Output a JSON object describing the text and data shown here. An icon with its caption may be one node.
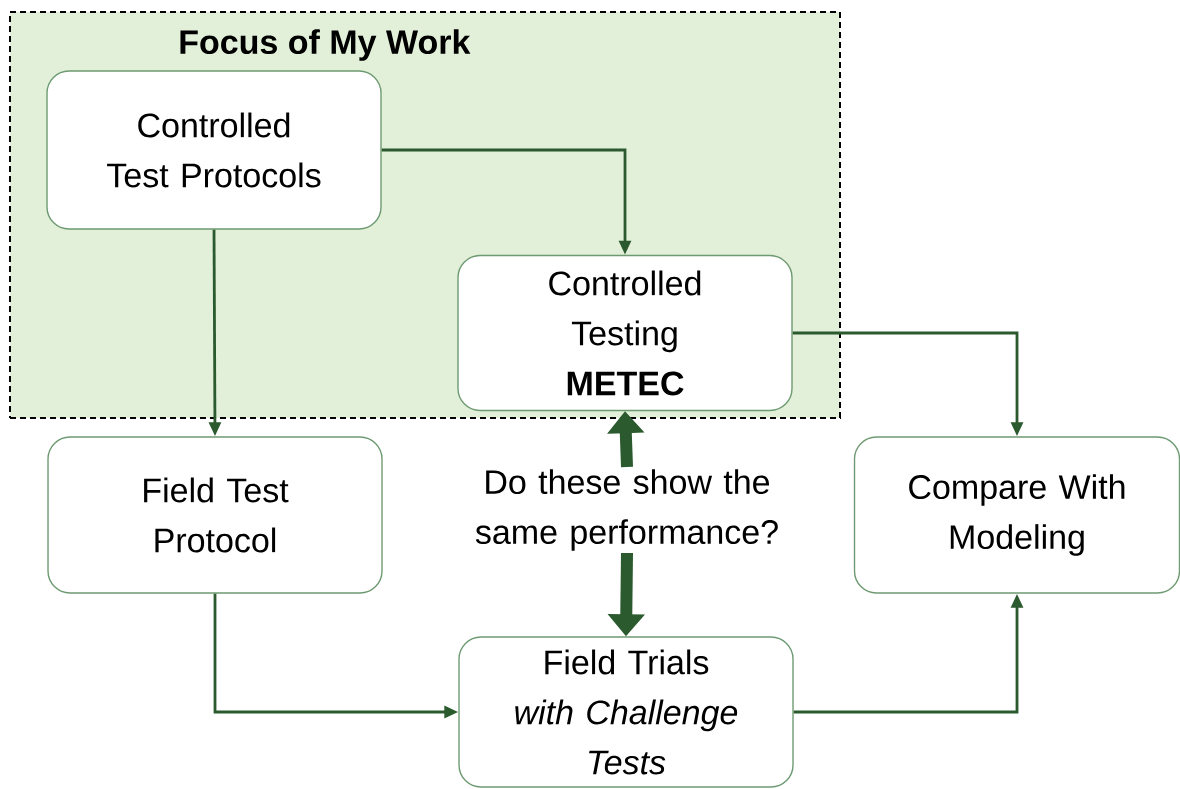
{
  "diagram": {
    "nodes": [
      {
        "text": [
          "Focus of My Work"
        ]
      },
      {
        "text": [
          "Controlled Test Protocols"
        ],
        "in": 0
      },
      {
        "text": [
          "Controlled Testing",
          "METEC"
        ],
        "in": 0
      },
      {
        "text": [
          "Field Test Protocol"
        ]
      },
      {
        "text": [
          "Do these show the same performance?"
        ]
      },
      {
        "text": [
          "Compare With Modeling"
        ]
      },
      {
        "text": [
          "Field Trials",
          "with Challenge Tests"
        ]
      }
    ],
    "edges": [
      {
        "from": 1,
        "to": 2,
        "arrow": "to"
      },
      {
        "from": 1,
        "to": 3,
        "arrow": "to"
      },
      {
        "from": 2,
        "to": 5,
        "arrow": "to"
      },
      {
        "from": 4,
        "to": 2,
        "arrow": "to",
        "style": "thick"
      },
      {
        "from": 4,
        "to": 6,
        "arrow": "to",
        "style": "thick"
      },
      {
        "from": 3,
        "to": 6,
        "arrow": "to"
      },
      {
        "from": 6,
        "to": 5,
        "arrow": "to"
      }
    ]
  }
}
